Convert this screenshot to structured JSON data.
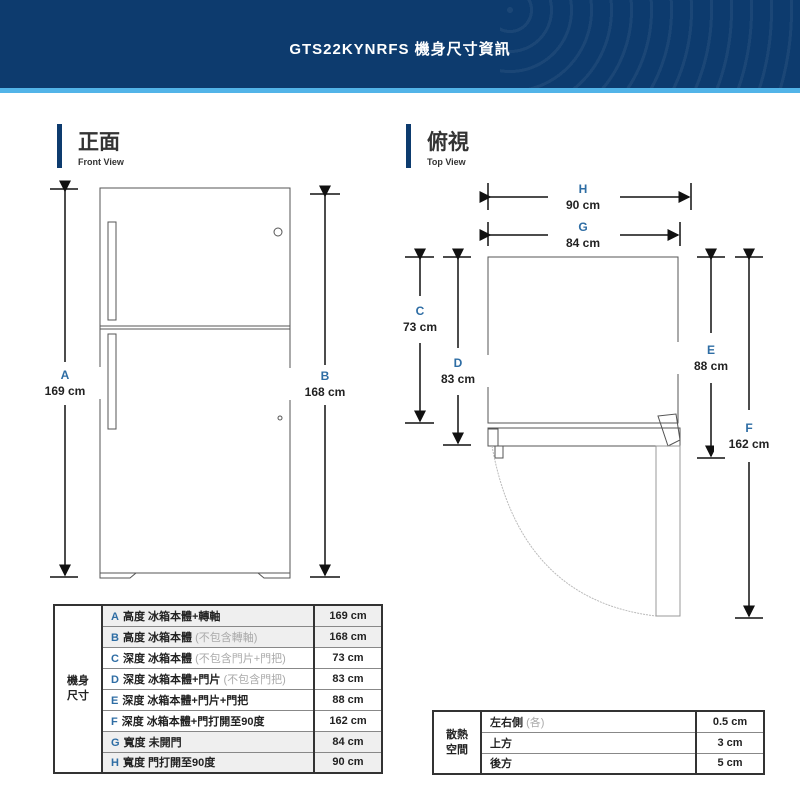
{
  "header": {
    "title": "GTS22KYNRFS 機身尺寸資訊"
  },
  "front": {
    "title": "正面",
    "subtitle": "Front View",
    "A": {
      "letter": "A",
      "value": "169 cm"
    },
    "B": {
      "letter": "B",
      "value": "168 cm"
    }
  },
  "top": {
    "title": "俯視",
    "subtitle": "Top View",
    "H": {
      "letter": "H",
      "value": "90 cm"
    },
    "G": {
      "letter": "G",
      "value": "84 cm"
    },
    "C": {
      "letter": "C",
      "value": "73 cm"
    },
    "D": {
      "letter": "D",
      "value": "83 cm"
    },
    "E": {
      "letter": "E",
      "value": "88 cm"
    },
    "F": {
      "letter": "F",
      "value": "162 cm"
    }
  },
  "dims_table": {
    "group": "機身尺寸",
    "rows": [
      {
        "key": "A",
        "label": "高度 冰箱本體+轉軸",
        "note": "",
        "value": "169 cm"
      },
      {
        "key": "B",
        "label": "高度 冰箱本體",
        "note": "(不包含轉軸)",
        "value": "168 cm"
      },
      {
        "key": "C",
        "label": "深度 冰箱本體",
        "note": "(不包含門片+門把)",
        "value": "73 cm"
      },
      {
        "key": "D",
        "label": "深度 冰箱本體+門片",
        "note": "(不包含門把)",
        "value": "83 cm"
      },
      {
        "key": "E",
        "label": "深度 冰箱本體+門片+門把",
        "note": "",
        "value": "88 cm"
      },
      {
        "key": "F",
        "label": "深度 冰箱本體+門打開至90度",
        "note": "",
        "value": "162 cm"
      },
      {
        "key": "G",
        "label": "寬度 未開門",
        "note": "",
        "value": "84 cm"
      },
      {
        "key": "H",
        "label": "寬度 門打開至90度",
        "note": "",
        "value": "90 cm"
      }
    ]
  },
  "vent_table": {
    "group": "散熱空間",
    "rows": [
      {
        "label": "左右側",
        "note": "(各)",
        "value": "0.5 cm"
      },
      {
        "label": "上方",
        "note": "",
        "value": "3 cm"
      },
      {
        "label": "後方",
        "note": "",
        "value": "5 cm"
      }
    ]
  },
  "colors": {
    "navy": "#0d3b6e",
    "accent": "#52b4e8",
    "letter": "#2e6da4"
  }
}
